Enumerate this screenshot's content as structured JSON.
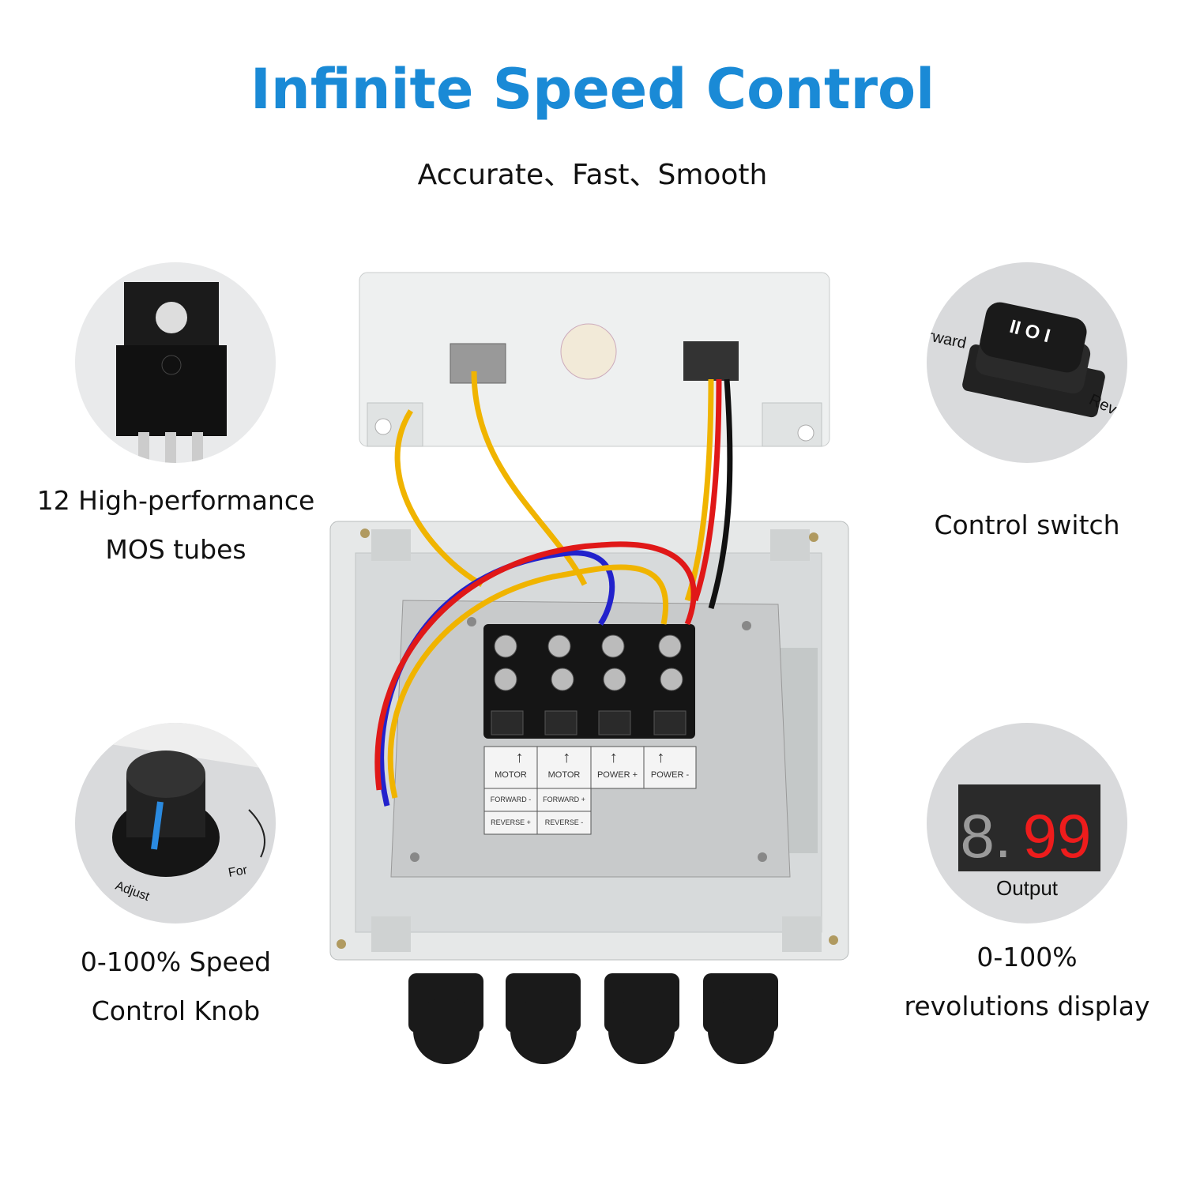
{
  "header": {
    "title": "Infinite Speed Control",
    "subtitle": "Accurate、Fast、Smooth"
  },
  "features": {
    "mos": {
      "line1": "12 High-performance",
      "line2": "MOS tubes",
      "icon": "mosfet-icon"
    },
    "switch": {
      "line1": "Control switch",
      "icon": "rocker-switch-icon",
      "left_text": "rward",
      "right_text": "Rev",
      "symbols": "II O I"
    },
    "knob": {
      "line1": "0-100% Speed",
      "line2": "Control Knob",
      "icon": "knob-icon",
      "adjust_text": "Adjust",
      "forward_text": "For"
    },
    "display": {
      "line1": "0-100%",
      "line2": "revolutions display",
      "icon": "led-display-icon",
      "caption": "Output",
      "reading": "99"
    }
  },
  "terminal_labels": {
    "top": [
      "MOTOR",
      "MOTOR",
      "POWER +",
      "POWER -"
    ],
    "forward": [
      "FORWARD -",
      "FORWARD +"
    ],
    "reverse": [
      "REVERSE +",
      "REVERSE -"
    ]
  },
  "colors": {
    "title": "#1a8ad6",
    "led_on": "#ee1c1c",
    "enclosure": "#e6e8e8"
  }
}
